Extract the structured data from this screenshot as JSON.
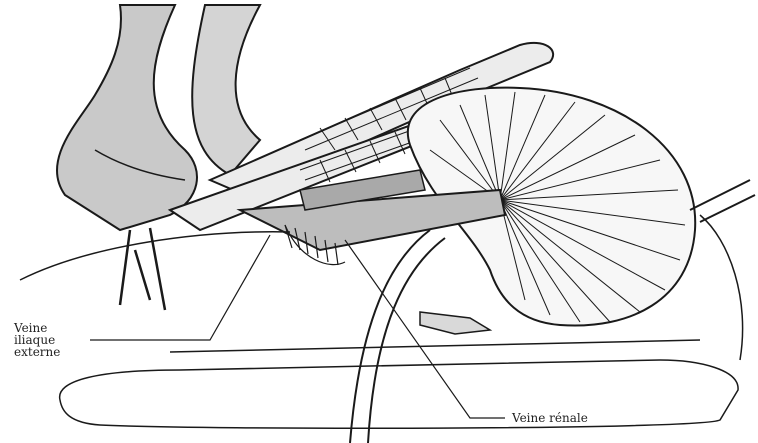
{
  "labels": {
    "veine_iliaque": [
      "Veine",
      "iliaque",
      "externe"
    ],
    "veine_renale": "Veine rénale"
  },
  "colors": {
    "line": "#1a1a1a",
    "vessel_fill": "#c9c9c9",
    "organ_fill": "#f7f7f7",
    "background": "#ffffff"
  }
}
